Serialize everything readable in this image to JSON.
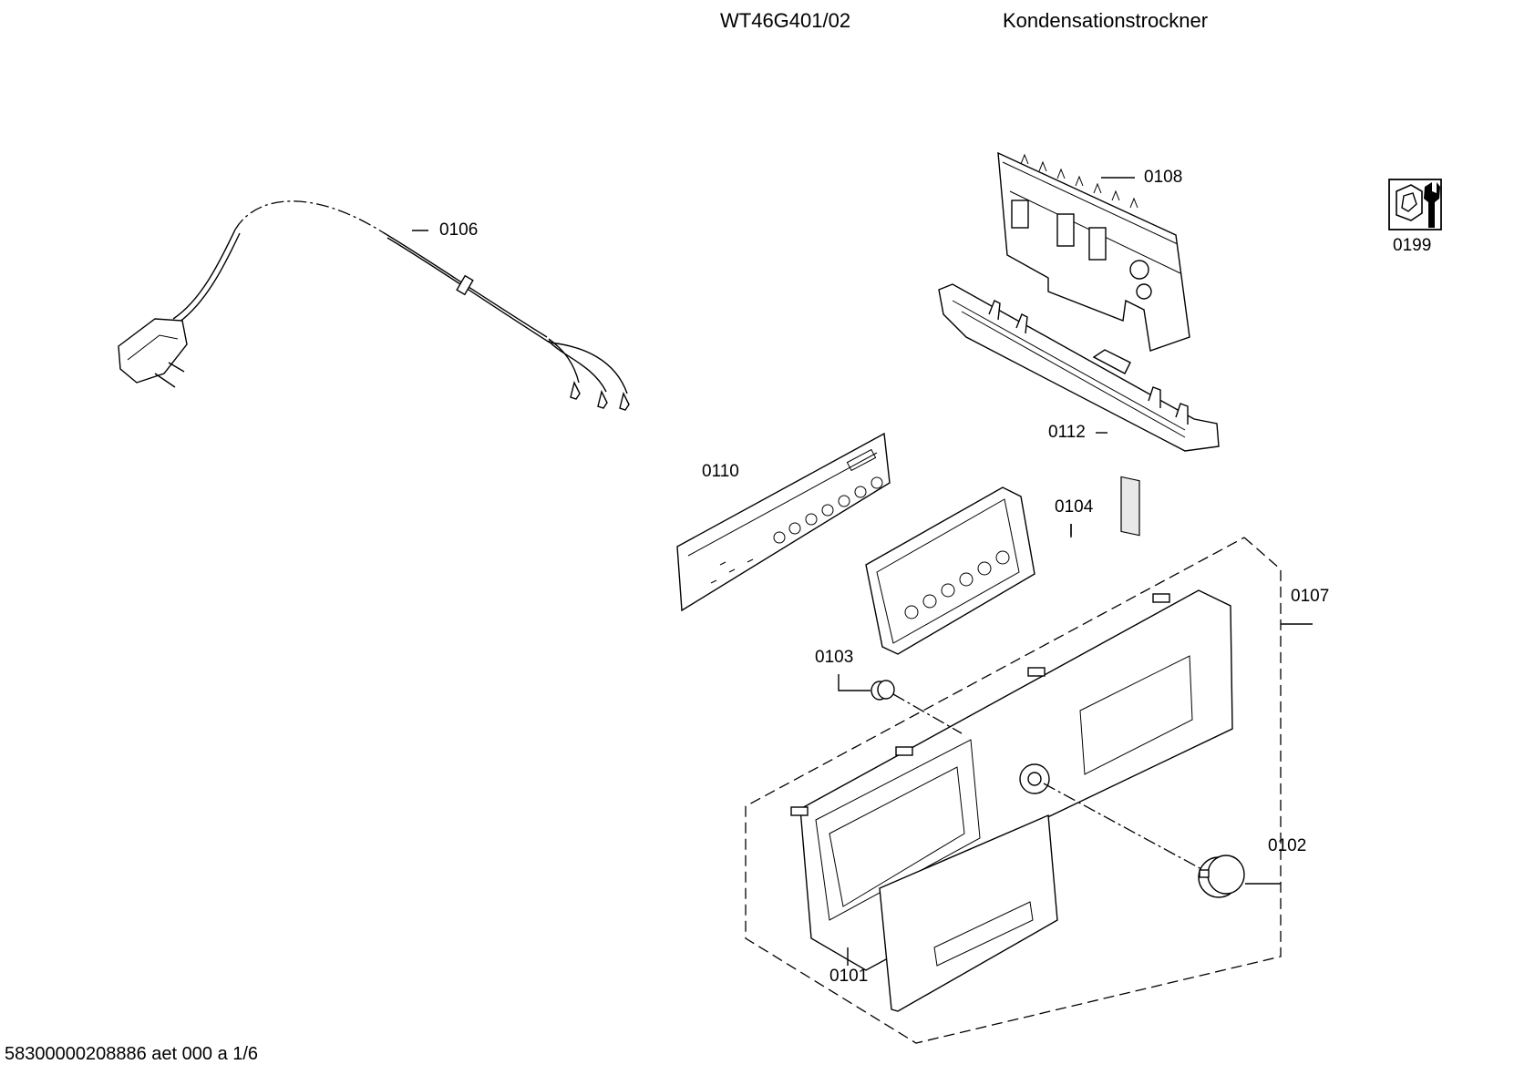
{
  "header": {
    "model": "WT46G401/02",
    "description": "Kondensationstrockner"
  },
  "footer": {
    "document_code": "58300000208886 aet 000 a 1/6"
  },
  "parts": {
    "p0101": "0101",
    "p0102": "0102",
    "p0103": "0103",
    "p0104": "0104",
    "p0106": "0106",
    "p0107": "0107",
    "p0108": "0108",
    "p0110": "0110",
    "p0112": "0112",
    "p0199": "0199"
  },
  "icons": {
    "service_tool": "service-tool-icon"
  }
}
